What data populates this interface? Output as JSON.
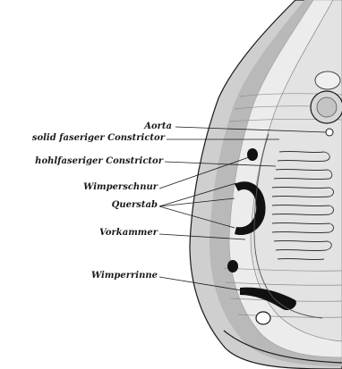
{
  "labels": {
    "aorta": "Aorta",
    "solid_constrictor": "solid faseriger Constrictor",
    "hohl_constrictor": "hohlfaseriger Constrictor",
    "wimperschnur": "Wimperschnur",
    "querstab": "Querstab",
    "vorkammer": "Vorkammer",
    "wimperrinne": "Wimperrinne"
  },
  "colors": {
    "ink": "#1a1a1a",
    "outer_body": "#cfcfcf",
    "muscle_band": "#b9b9b9",
    "light_band": "#ececec",
    "tissue": "#e3e3e3",
    "background": "#ffffff"
  }
}
